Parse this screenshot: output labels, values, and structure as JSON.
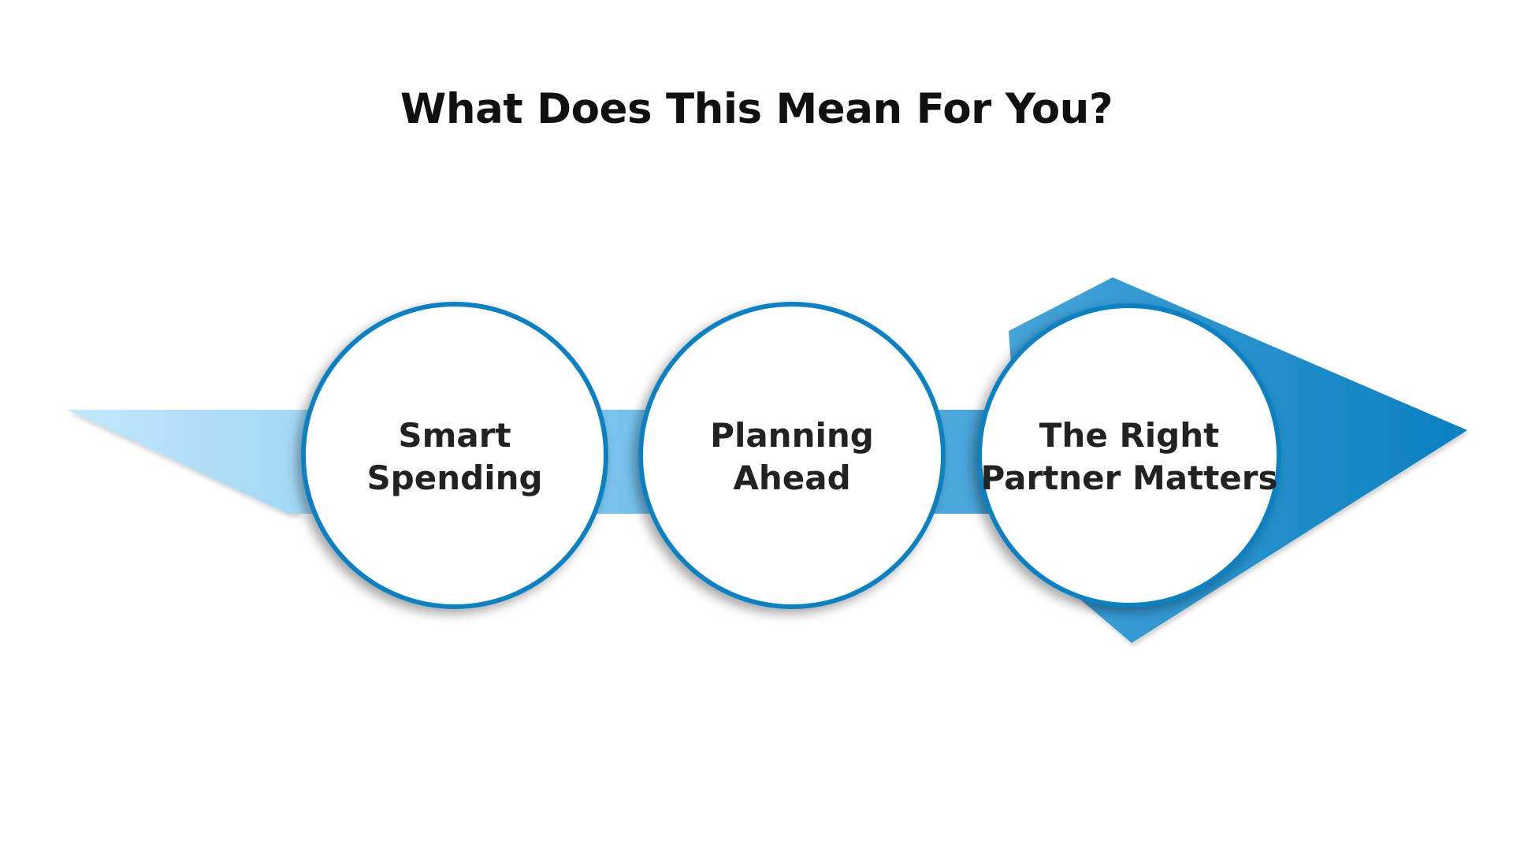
{
  "title": "What Does This Mean For You?",
  "colors": {
    "band_start": "#bfe6fb",
    "band_end": "#0a7fc0",
    "ring": "#0b80c2",
    "text": "#222222",
    "title": "#111111"
  },
  "steps": [
    {
      "line1": "Smart",
      "line2": "Spending"
    },
    {
      "line1": "Planning",
      "line2": "Ahead"
    },
    {
      "line1": "The Right",
      "line2": "Partner Matters"
    }
  ]
}
